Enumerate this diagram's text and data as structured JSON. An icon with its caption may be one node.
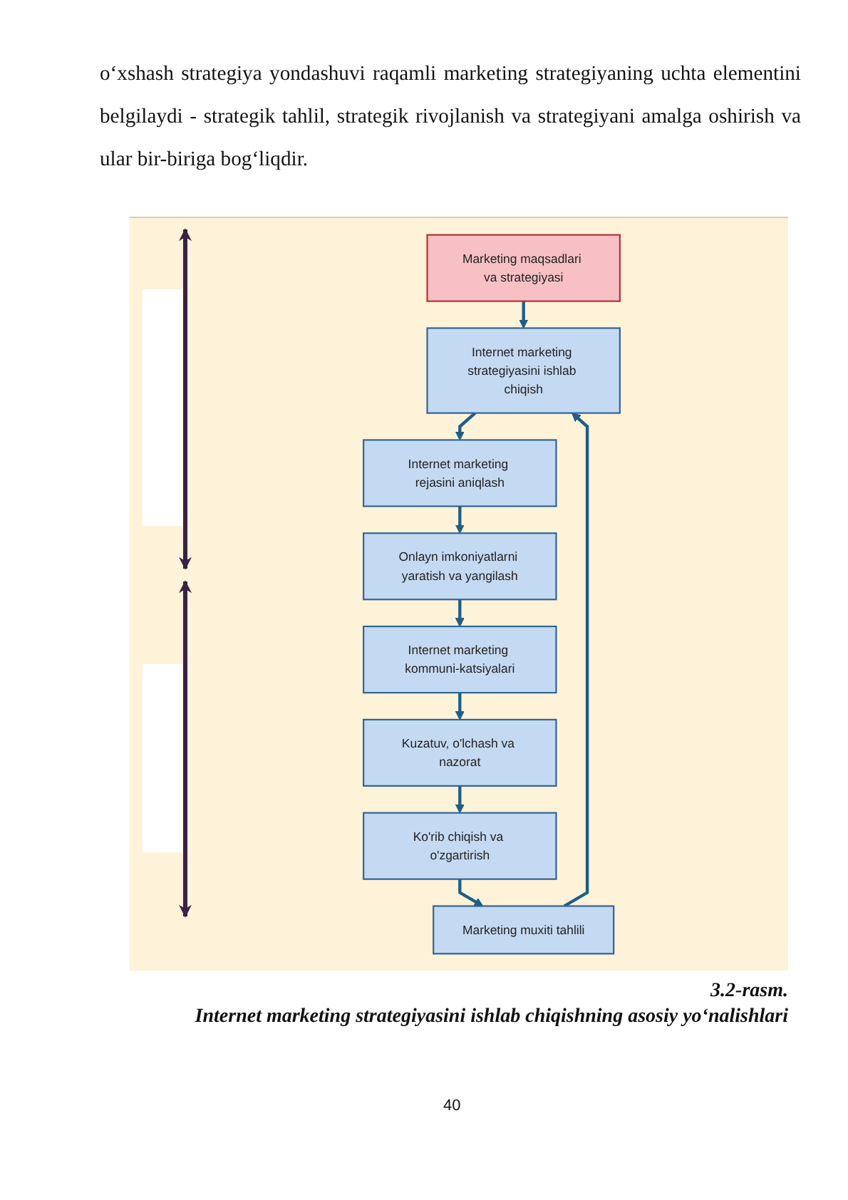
{
  "diagram": {
    "caption": "Internet marketing strategiyasini ishlab chiqishning asosiy yo‘nalishlari",
    "nodes": [
      {
        "text": [
          "Marketing muxiti tahlili"
        ]
      },
      {
        "text": [
          "Marketing maqsadlari va strategiyasi"
        ]
      },
      {
        "text": [
          "Internet marketing strategiyasini ishlab chiqish"
        ]
      },
      {
        "text": [
          "Internet marketing rejasini aniqlash"
        ]
      },
      {
        "text": [
          "Ko'rib chiqish va o'zgartirish"
        ]
      },
      {
        "text": [
          "Onlayn imkoniyatlarni yaratish va yangilash"
        ]
      },
      {
        "text": [
          "Internet marketing kommuni-katsiyalari"
        ]
      },
      {
        "text": [
          "Kuzatuv, o'lchash va nazorat"
        ]
      }
    ],
    "edges": [
      {
        "from": 0,
        "to": 2,
        "arrow": "to"
      },
      {
        "from": 1,
        "to": 2,
        "arrow": "to"
      },
      {
        "from": 2,
        "to": 3,
        "arrow": "to"
      },
      {
        "from": 3,
        "to": 5,
        "arrow": "to"
      },
      {
        "from": 5,
        "to": 6,
        "arrow": "to"
      },
      {
        "from": 6,
        "to": 7,
        "arrow": "to"
      },
      {
        "from": 7,
        "to": 4,
        "arrow": "to"
      },
      {
        "from": 4,
        "to": 0,
        "arrow": "to"
      }
    ],
    "labels": [
      "o‘xshash strategiya yondashuvi raqamli marketing strategiyaning uchta elementini belgilaydi - strategik tahlil, strategik rivojlanish va strategiyani amalga oshirish va ular bir-biriga bog‘liqdir.",
      "3.2-rasm.",
      "40"
    ]
  }
}
